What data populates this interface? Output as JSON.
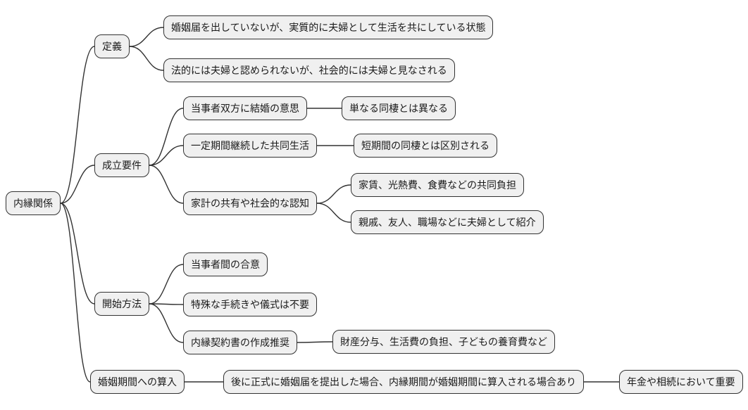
{
  "diagram": {
    "type": "mindmap",
    "language": "ja",
    "topic": "内縁関係",
    "colors": {
      "background": "#ffffff",
      "node_fill": "#f0f0f0",
      "node_border": "#323232",
      "node_text": "#1a1a1a",
      "edge": "#323232"
    },
    "nodes": {
      "root": "内縁関係",
      "definition": "定義",
      "definition_1": "婚姻届を出していないが、実質的に夫婦として生活を共にしている状態",
      "definition_2": "法的には夫婦と認められないが、社会的には夫婦と見なされる",
      "requirements": "成立要件",
      "requirements_1": "当事者双方に結婚の意思",
      "requirements_1_1": "単なる同棲とは異なる",
      "requirements_2": "一定期間継続した共同生活",
      "requirements_2_1": "短期間の同棲とは区別される",
      "requirements_3": "家計の共有や社会的な認知",
      "requirements_3_1": "家賃、光熱費、食費などの共同負担",
      "requirements_3_2": "親戚、友人、職場などに夫婦として紹介",
      "start_method": "開始方法",
      "start_method_1": "当事者間の合意",
      "start_method_2": "特殊な手続きや儀式は不要",
      "start_method_3": "内縁契約書の作成推奨",
      "start_method_3_1": "財産分与、生活費の負担、子どもの養育費など",
      "marriage_period": "婚姻期間への算入",
      "marriage_period_1": "後に正式に婚姻届を提出した場合、内縁期間が婚姻期間に算入される場合あり",
      "marriage_period_1_1": "年金や相続において重要"
    },
    "edges": [
      [
        "root",
        "definition"
      ],
      [
        "root",
        "requirements"
      ],
      [
        "root",
        "start_method"
      ],
      [
        "root",
        "marriage_period"
      ],
      [
        "definition",
        "definition_1"
      ],
      [
        "definition",
        "definition_2"
      ],
      [
        "requirements",
        "requirements_1"
      ],
      [
        "requirements",
        "requirements_2"
      ],
      [
        "requirements",
        "requirements_3"
      ],
      [
        "requirements_1",
        "requirements_1_1"
      ],
      [
        "requirements_2",
        "requirements_2_1"
      ],
      [
        "requirements_3",
        "requirements_3_1"
      ],
      [
        "requirements_3",
        "requirements_3_2"
      ],
      [
        "start_method",
        "start_method_1"
      ],
      [
        "start_method",
        "start_method_2"
      ],
      [
        "start_method",
        "start_method_3"
      ],
      [
        "start_method_3",
        "start_method_3_1"
      ],
      [
        "marriage_period",
        "marriage_period_1"
      ],
      [
        "marriage_period_1",
        "marriage_period_1_1"
      ]
    ]
  }
}
